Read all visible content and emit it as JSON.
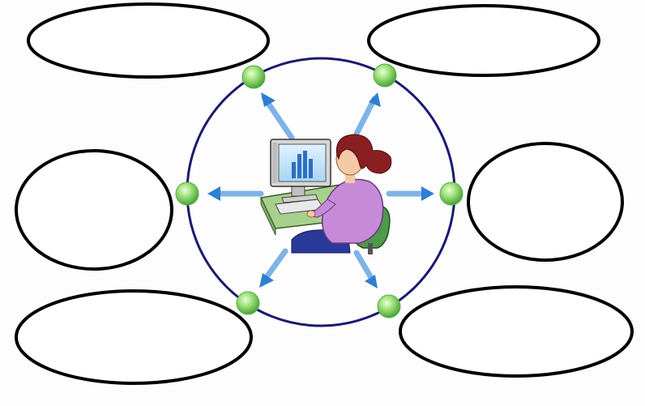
{
  "diagram": {
    "center_figure": {
      "icon": "person-at-computer-icon"
    },
    "nodes": [
      {
        "id": "top-left",
        "label": ""
      },
      {
        "id": "top-right",
        "label": ""
      },
      {
        "id": "middle-left",
        "label": ""
      },
      {
        "id": "middle-right",
        "label": ""
      },
      {
        "id": "bottom-left",
        "label": ""
      },
      {
        "id": "bottom-right",
        "label": ""
      }
    ],
    "colors": {
      "circle": "#1a1a6e",
      "arrow": "#3a86d4",
      "dot": "#8fd96a",
      "ellipse_stroke": "#000000"
    }
  }
}
